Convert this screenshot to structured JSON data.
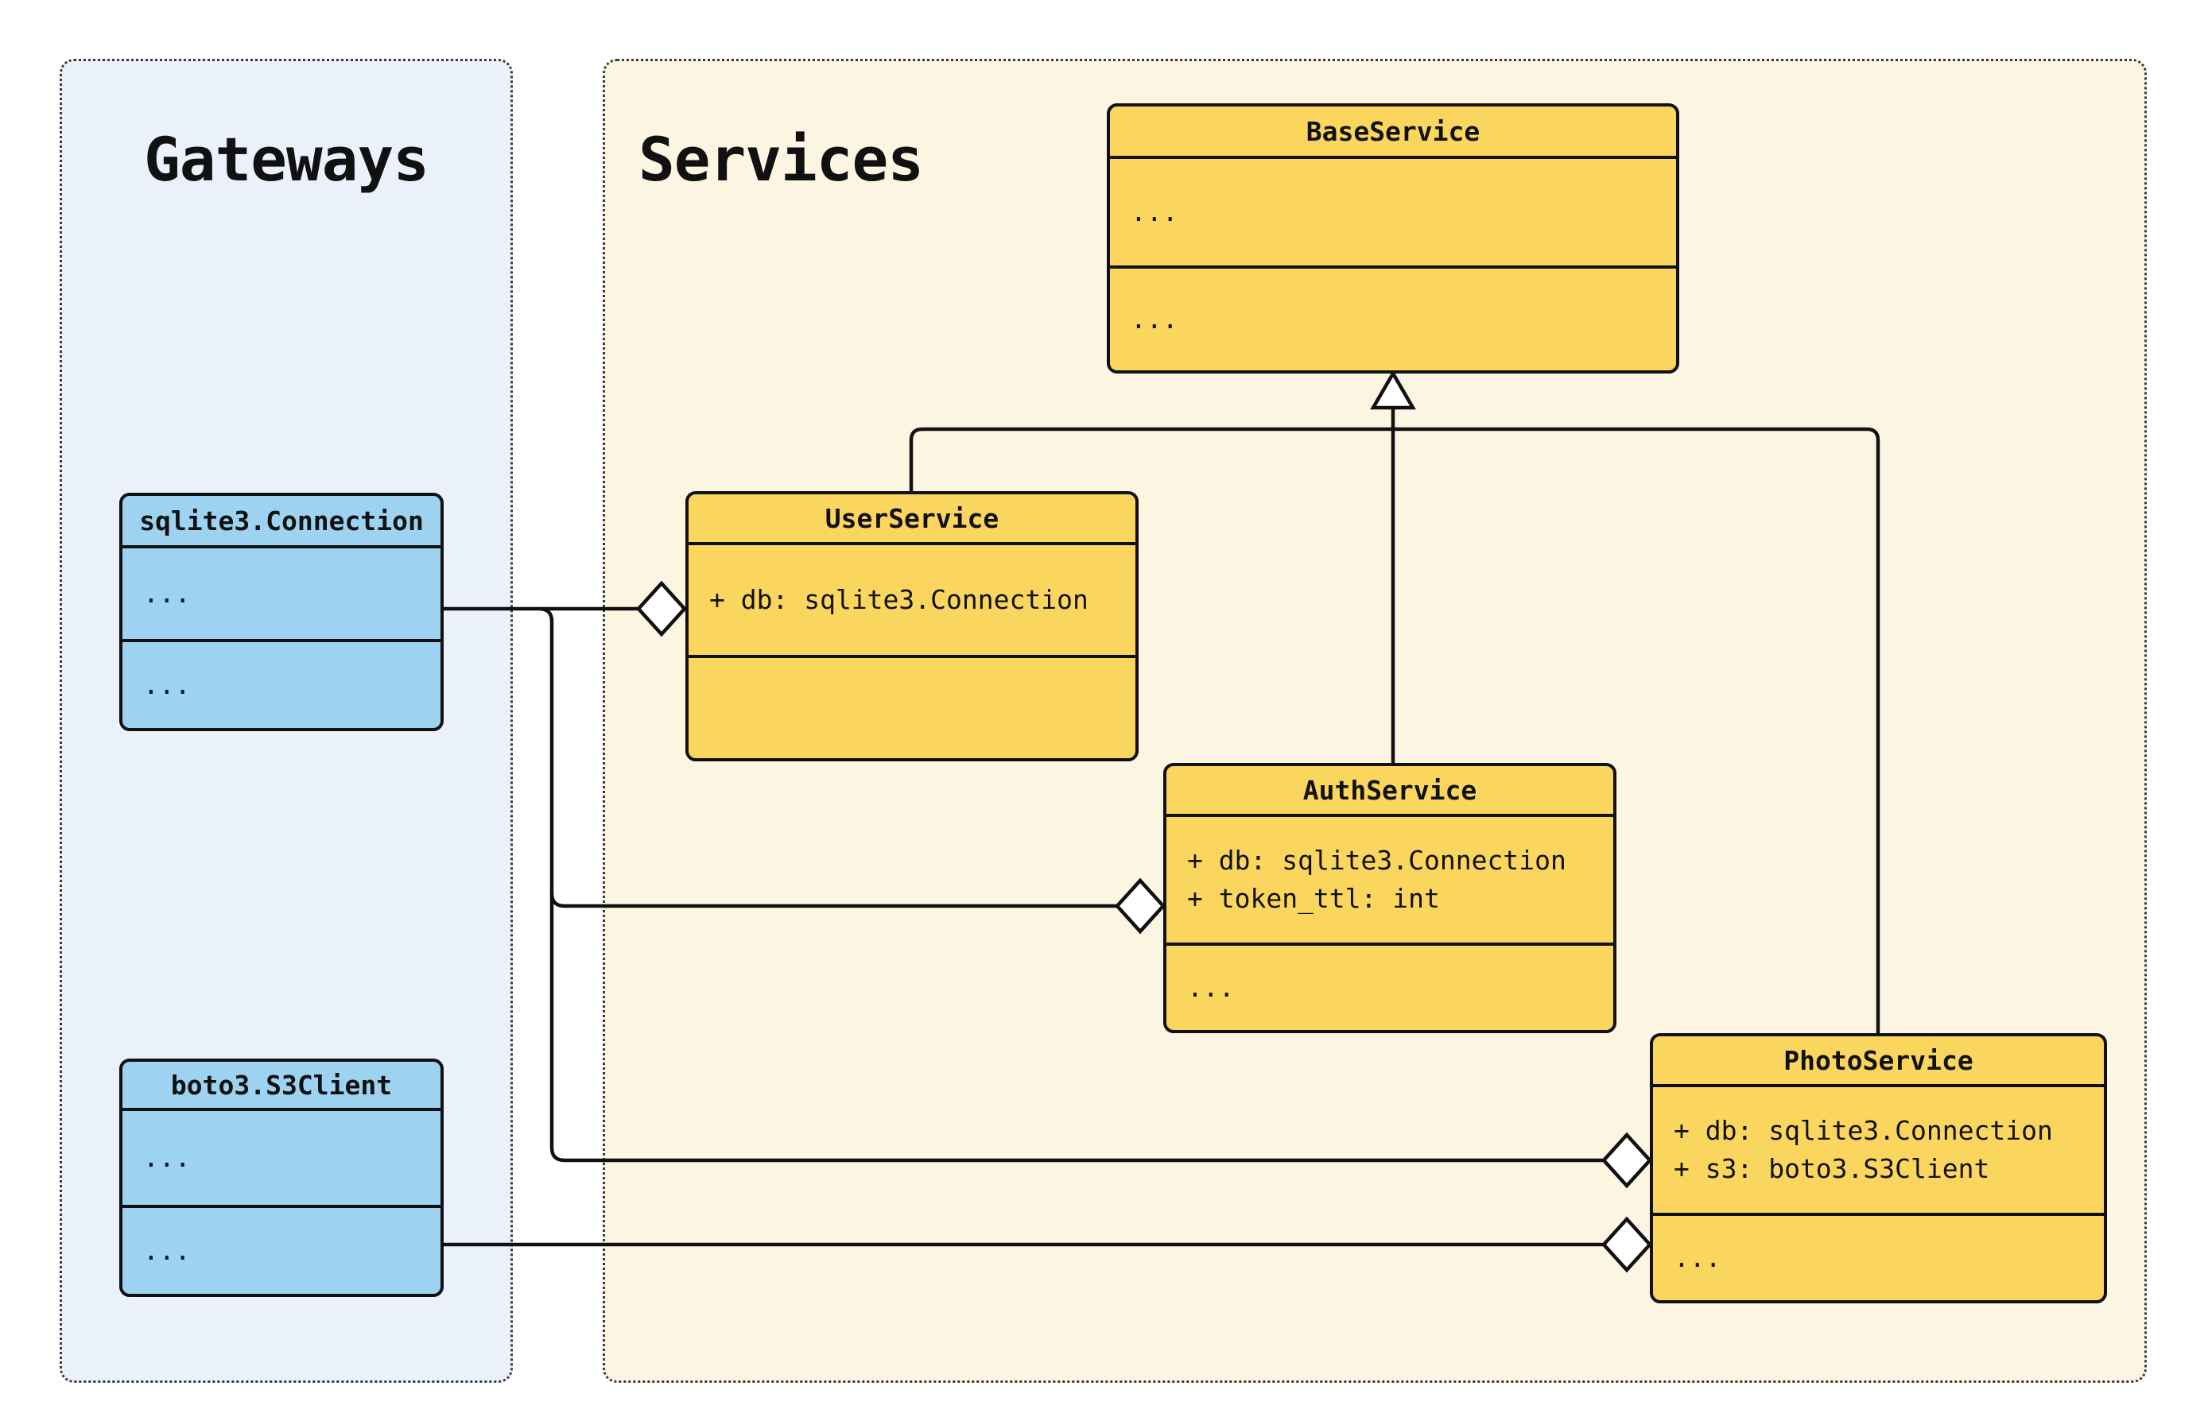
{
  "containers": {
    "gateways": {
      "label": "Gateways",
      "background": "#eaf1fa"
    },
    "services": {
      "label": "Services",
      "background": "#fcf5e2"
    }
  },
  "classes": {
    "sqlite": {
      "title": "sqlite3.Connection",
      "attributes": [
        "..."
      ],
      "methods": [
        "..."
      ],
      "fill": "#9dd3f1"
    },
    "boto": {
      "title": "boto3.S3Client",
      "attributes": [
        "..."
      ],
      "methods": [
        "..."
      ],
      "fill": "#9dd3f1"
    },
    "base": {
      "title": "BaseService",
      "attributes": [
        "..."
      ],
      "methods": [
        "..."
      ],
      "fill": "#fbd65f"
    },
    "user": {
      "title": "UserService",
      "attributes": [
        "+ db: sqlite3.Connection"
      ],
      "methods": [],
      "fill": "#fbd65f"
    },
    "auth": {
      "title": "AuthService",
      "attributes": [
        "+ db: sqlite3.Connection",
        "+ token_ttl: int"
      ],
      "methods": [
        "..."
      ],
      "fill": "#fbd65f"
    },
    "photo": {
      "title": "PhotoService",
      "attributes": [
        "+ db: sqlite3.Connection",
        "+ s3: boto3.S3Client"
      ],
      "methods": [
        "..."
      ],
      "fill": "#fbd65f"
    }
  },
  "relationships": {
    "inheritance": [
      {
        "child": "UserService",
        "parent": "BaseService"
      },
      {
        "child": "AuthService",
        "parent": "BaseService"
      },
      {
        "child": "PhotoService",
        "parent": "BaseService"
      }
    ],
    "aggregations": [
      {
        "owner": "UserService",
        "part": "sqlite3.Connection"
      },
      {
        "owner": "AuthService",
        "part": "sqlite3.Connection"
      },
      {
        "owner": "PhotoService",
        "part": "sqlite3.Connection"
      },
      {
        "owner": "PhotoService",
        "part": "boto3.S3Client"
      }
    ]
  },
  "colors": {
    "stroke": "#111111",
    "class_yellow": "#fbd65f",
    "class_blue": "#9dd3f1",
    "gateways_bg": "#eaf1fa",
    "services_bg": "#fcf5e2",
    "page_bg": "#ffffff"
  }
}
